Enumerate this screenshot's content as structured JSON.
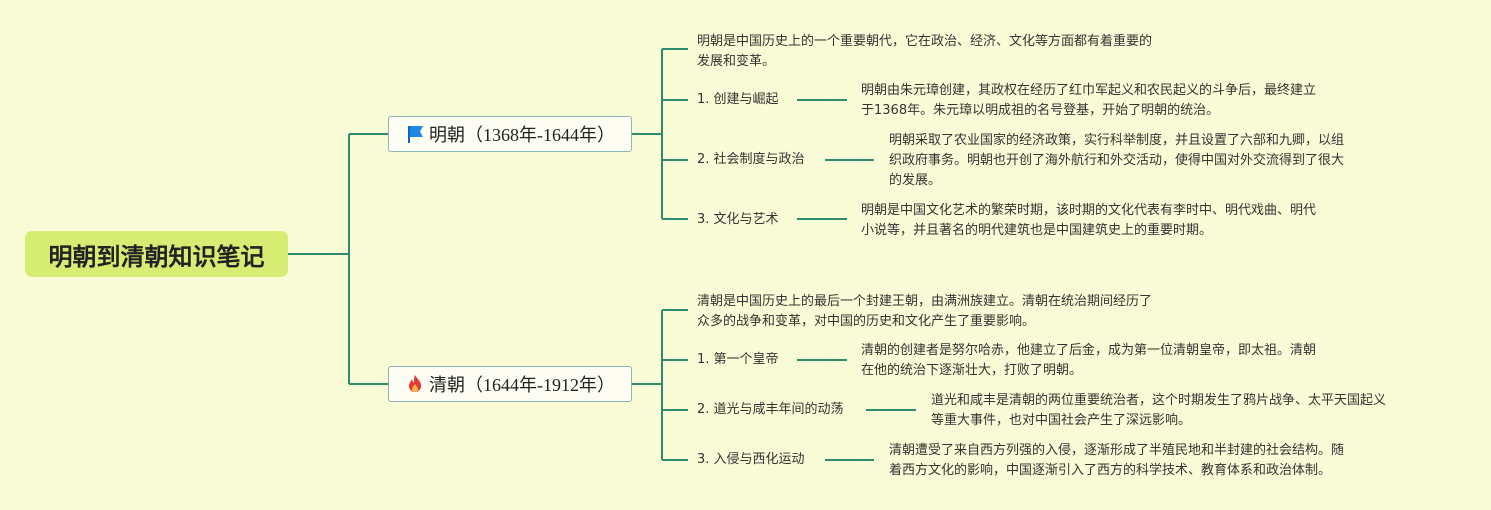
{
  "root": {
    "title": "明朝到清朝知识笔记"
  },
  "ming": {
    "title": "明朝（1368年-1644年）",
    "icon": "flag-icon",
    "intro": [
      "明朝是中国历史上的一个重要朝代，它在政治、经济、文化等方面都有着重要的",
      "发展和变革。"
    ],
    "topics": [
      {
        "label": "1. 创建与崛起",
        "detail": [
          "明朝由朱元璋创建，其政权在经历了红巾军起义和农民起义的斗争后，最终建立",
          "于1368年。朱元璋以明成祖的名号登基，开始了明朝的统治。"
        ]
      },
      {
        "label": "2. 社会制度与政治",
        "detail": [
          "明朝采取了农业国家的经济政策，实行科举制度，并且设置了六部和九卿，以组",
          "织政府事务。明朝也开创了海外航行和外交活动，使得中国对外交流得到了很大",
          "的发展。"
        ]
      },
      {
        "label": "3. 文化与艺术",
        "detail": [
          "明朝是中国文化艺术的繁荣时期，该时期的文化代表有李时中、明代戏曲、明代",
          "小说等，并且著名的明代建筑也是中国建筑史上的重要时期。"
        ]
      }
    ]
  },
  "qing": {
    "title": "清朝（1644年-1912年）",
    "icon": "fire-icon",
    "intro": [
      "清朝是中国历史上的最后一个封建王朝，由满洲族建立。清朝在统治期间经历了",
      "众多的战争和变革，对中国的历史和文化产生了重要影响。"
    ],
    "topics": [
      {
        "label": "1. 第一个皇帝",
        "detail": [
          "清朝的创建者是努尔哈赤，他建立了后金，成为第一位清朝皇帝，即太祖。清朝",
          "在他的统治下逐渐壮大，打败了明朝。"
        ]
      },
      {
        "label": "2. 道光与咸丰年间的动荡",
        "detail": [
          "道光和咸丰是清朝的两位重要统治者，这个时期发生了鸦片战争、太平天国起义",
          "等重大事件，也对中国社会产生了深远影响。"
        ]
      },
      {
        "label": "3. 入侵与西化运动",
        "detail": [
          "清朝遭受了来自西方列强的入侵，逐渐形成了半殖民地和半封建的社会结构。随",
          "着西方文化的影响，中国逐渐引入了西方的科学技术、教育体系和政治体制。"
        ]
      }
    ]
  },
  "colors": {
    "background": "#f9fbd6",
    "root_fill": "#d7ec72",
    "connector": "#2e8b6e",
    "flag": "#1e88e5",
    "fire": "#e53935"
  }
}
